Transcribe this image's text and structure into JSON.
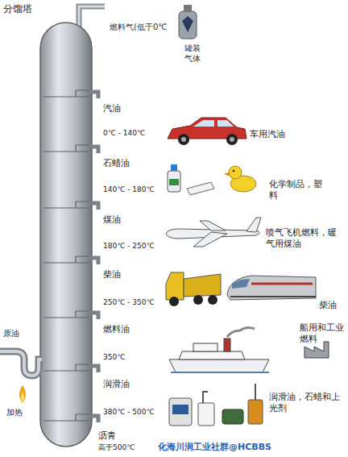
{
  "diagram": {
    "title": "分馏塔",
    "labels": [
      "燃料气(低于0℃",
      "罐装气体",
      "汽油",
      "0℃ - 140℃",
      "车用汽油",
      "石蜡油",
      "140℃ - 180℃",
      "化学制品，塑料",
      "煤油",
      "180℃ - 250℃",
      "喷气飞机燃料，暖气用煤油",
      "柴油",
      "250℃ - 350℃",
      "柴油",
      "燃料油",
      "350℃",
      "船用和工业燃料",
      "润滑油",
      "380℃ - 500℃",
      "润滑油，石蜡和上光剂",
      "沥青",
      "高于500℃",
      "原油",
      "加热",
      "化海川润工业社群@HCBBS"
    ]
  }
}
